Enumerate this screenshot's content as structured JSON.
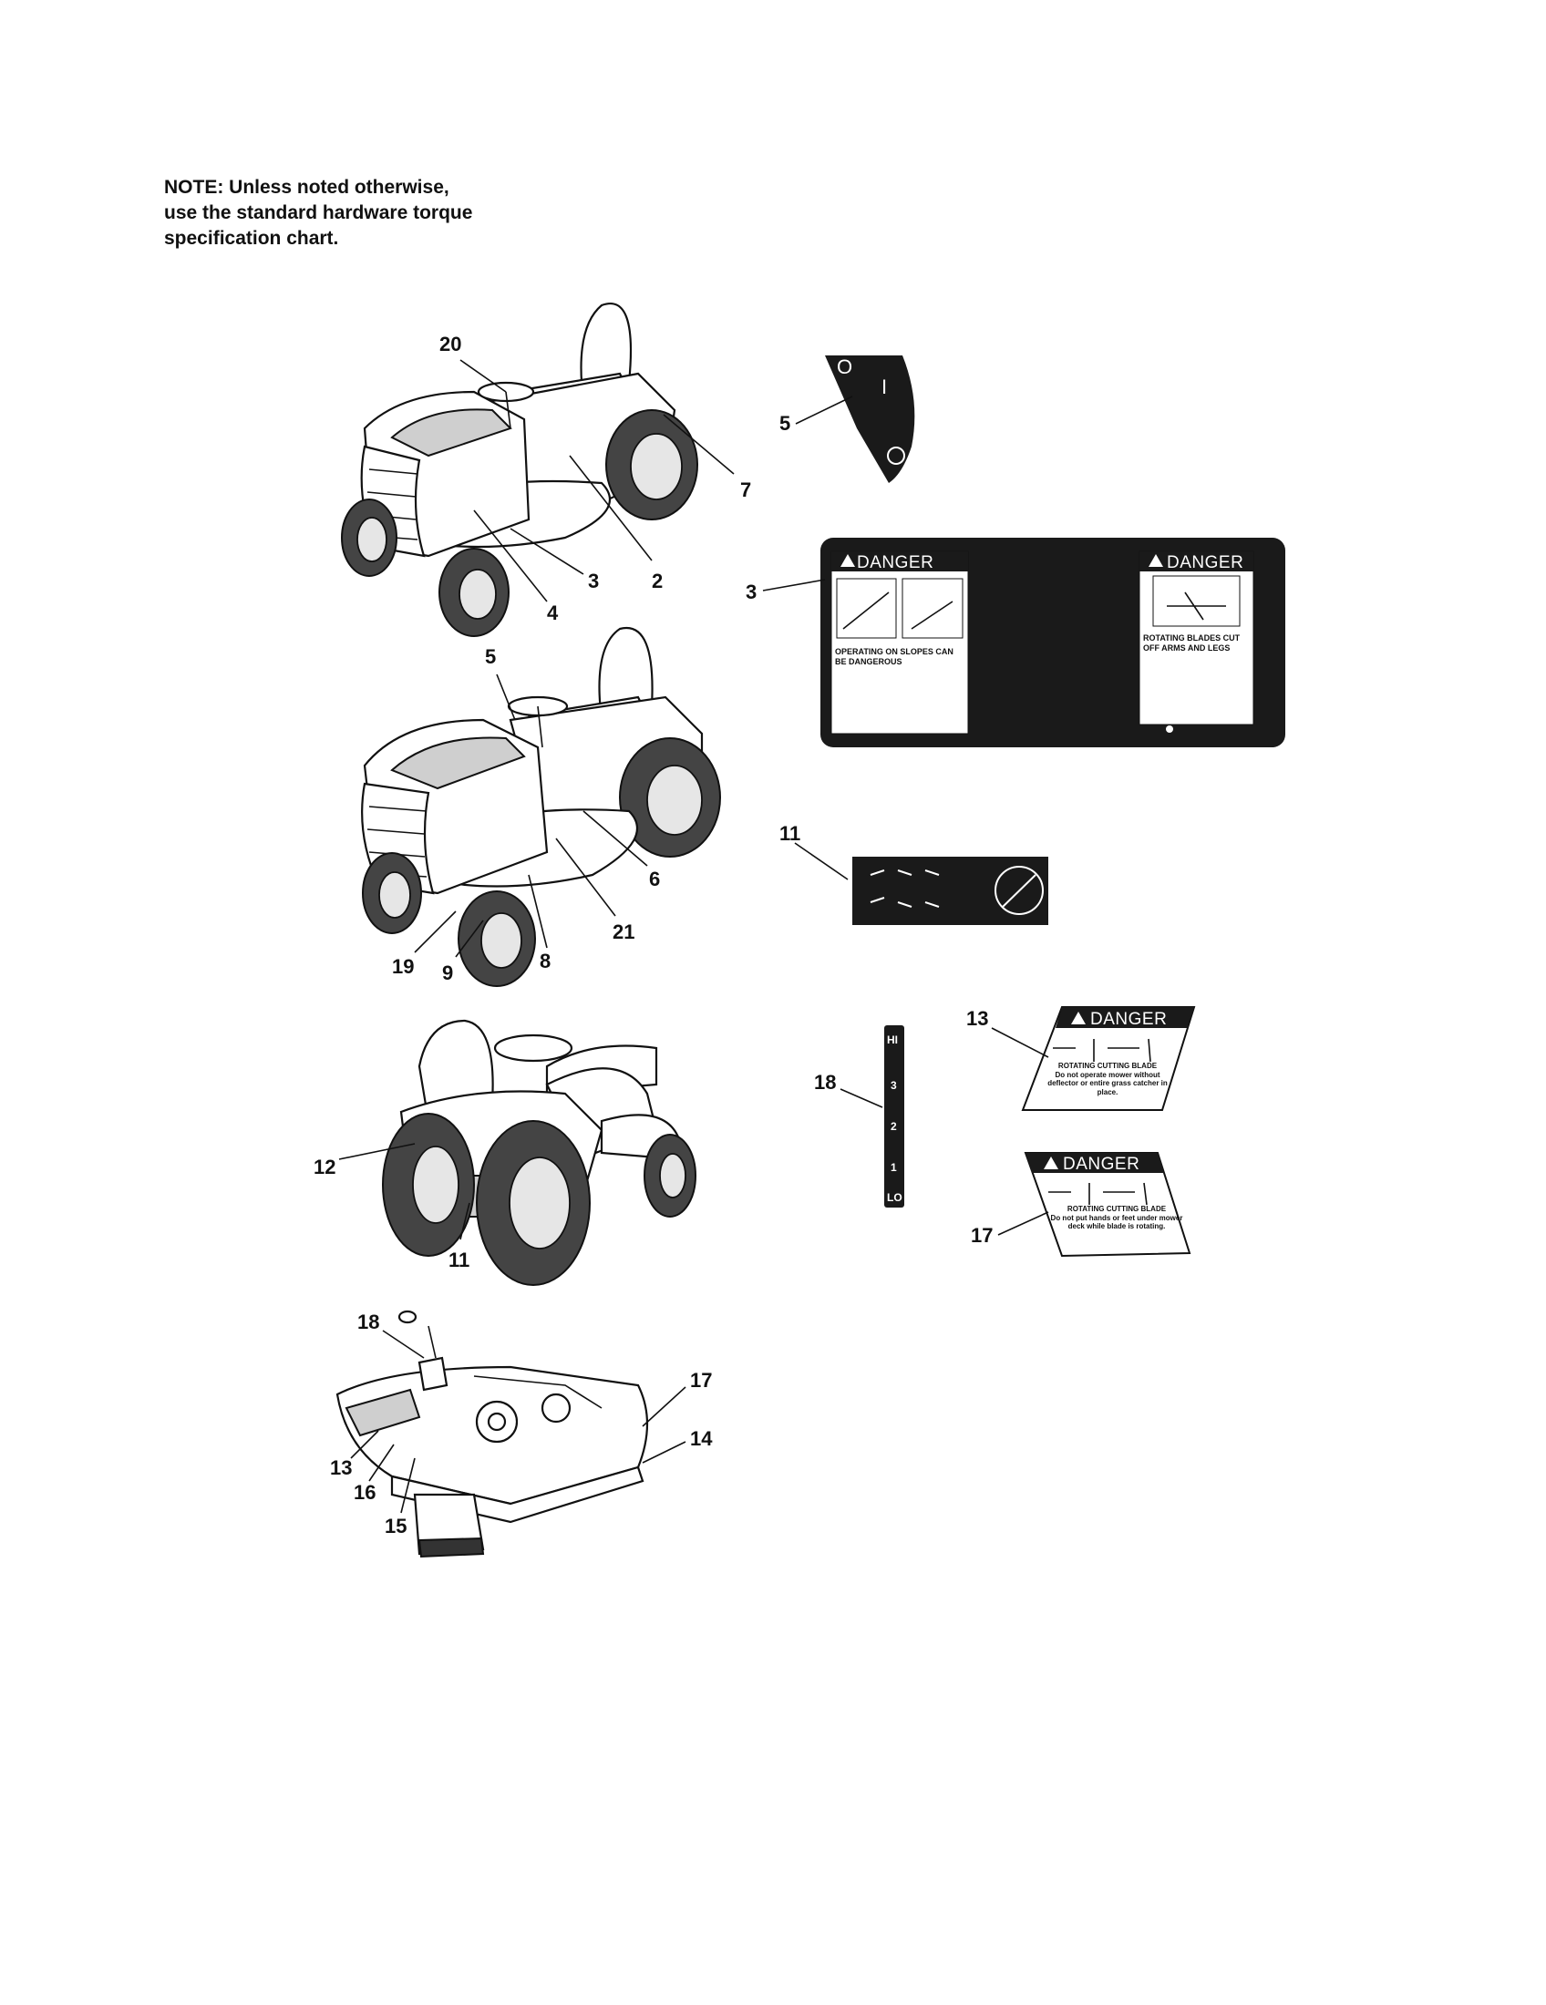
{
  "note": {
    "lines": [
      "NOTE: Unless noted otherwise,",
      "use the standard hardware torque",
      "specification chart."
    ]
  },
  "callouts": {
    "tractor_front": [
      "20",
      "7",
      "2",
      "3",
      "4"
    ],
    "tractor_side": [
      "5",
      "6",
      "21",
      "8",
      "9",
      "19"
    ],
    "tractor_rear": [
      "12",
      "11"
    ],
    "deck": [
      "18",
      "17",
      "14",
      "13",
      "16",
      "15"
    ],
    "decals": [
      "5",
      "3",
      "11",
      "13",
      "18",
      "17"
    ]
  },
  "decals": {
    "switch_symbols": [
      "O",
      "I"
    ],
    "danger_label_3": {
      "left_title": "DANGER",
      "left_heading": "OPERATING ON SLOPES CAN BE DANGEROUS",
      "right_title": "DANGER",
      "right_heading": "ROTATING BLADES CUT OFF ARMS AND LEGS"
    },
    "danger_label_13": {
      "title": "DANGER",
      "heading": "ROTATING CUTTING BLADE",
      "text": "Do not operate mower without deflector or entire grass catcher in place."
    },
    "danger_label_17": {
      "title": "DANGER",
      "heading": "ROTATING CUTTING BLADE",
      "text": "Do not put hands or feet under mower deck while blade is rotating."
    },
    "height_gauge_18": [
      "HI",
      "3",
      "2",
      "1",
      "LO"
    ]
  },
  "colors": {
    "ink": "#111111",
    "decal_bg": "#1a1a1a",
    "paper": "#ffffff"
  }
}
